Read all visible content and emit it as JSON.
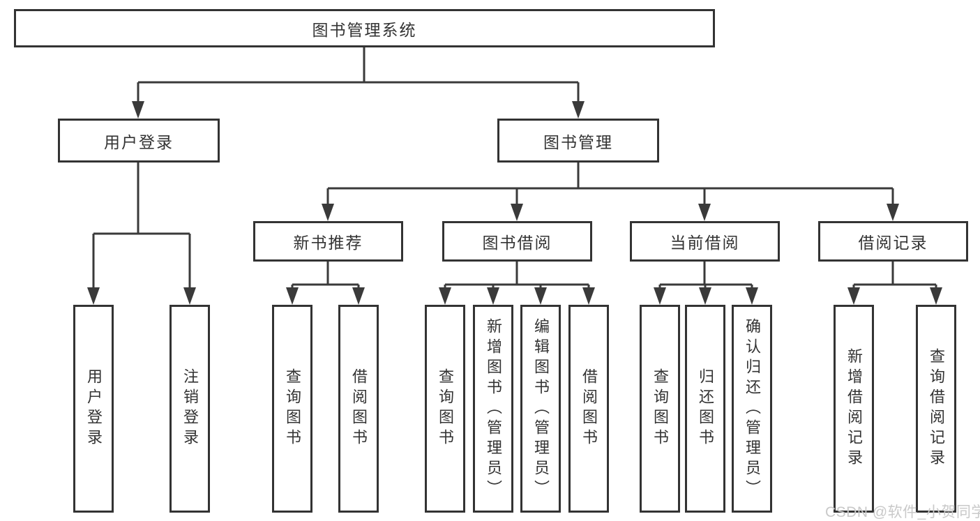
{
  "nodes": {
    "root": "图书管理系统",
    "level2": [
      "用户登录",
      "图书管理"
    ],
    "level3": [
      "新书推荐",
      "图书借阅",
      "当前借阅",
      "借阅记录"
    ],
    "leaves": [
      "用户登录",
      "注销登录",
      "查询图书",
      "借阅图书",
      "查询图书",
      "新增图书（管理员）",
      "编辑图书（管理员）",
      "借阅图书",
      "查询图书",
      "归还图书",
      "确认归还（管理员）",
      "新增借阅记录",
      "查询借阅记录"
    ]
  },
  "watermark": "CSDN @软件_小贺同学",
  "colors": {
    "line": "#3a3a3a",
    "text": "#333333",
    "watermark": "#c9c9c9"
  }
}
